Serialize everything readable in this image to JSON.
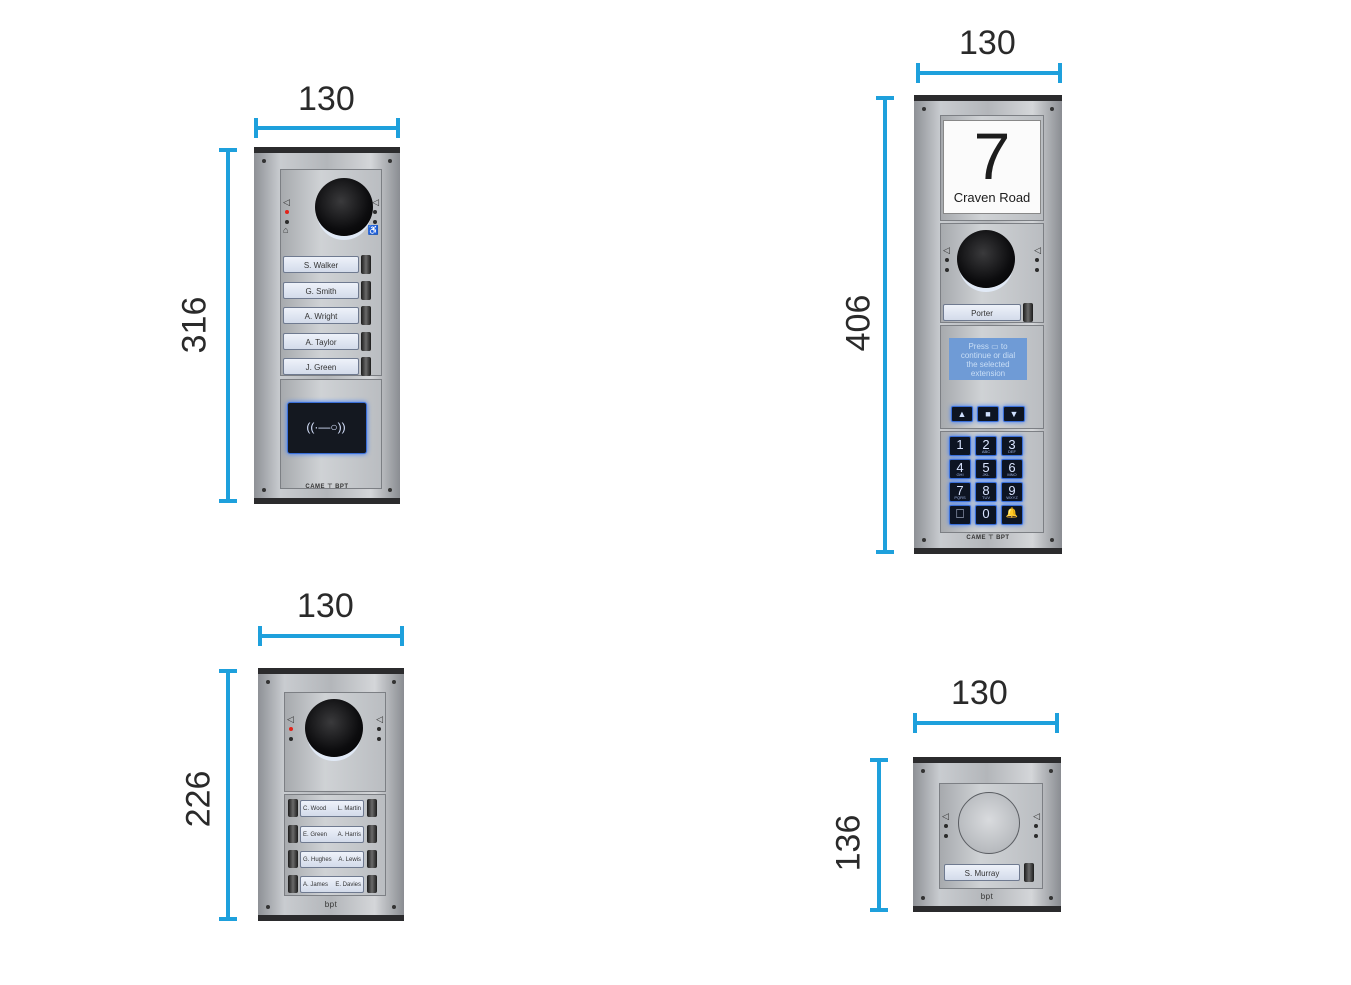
{
  "dimensions": {
    "d1_width": "130",
    "d1_height": "316",
    "d2_width": "130",
    "d2_height": "406",
    "d3_width": "130",
    "d3_height": "226",
    "d4_width": "130",
    "d4_height": "136"
  },
  "panel1": {
    "names": [
      "S. Walker",
      "G. Smith",
      "A. Wright",
      "A. Taylor",
      "J. Green"
    ],
    "reader_symbol": "((·—○))",
    "logo": "CAME ⊤ BPT"
  },
  "panel2": {
    "house_number": "7",
    "street": "Craven Road",
    "porter_label": "Porter",
    "lcd_lines": [
      "Press ▭ to",
      "continue or dial",
      "the selected",
      "extension"
    ],
    "nav_keys": [
      "▲",
      "■",
      "▼"
    ],
    "keys": [
      {
        "digit": "1",
        "letters": ""
      },
      {
        "digit": "2",
        "letters": "ABC"
      },
      {
        "digit": "3",
        "letters": "DEF"
      },
      {
        "digit": "4",
        "letters": "GHI"
      },
      {
        "digit": "5",
        "letters": "JKL"
      },
      {
        "digit": "6",
        "letters": "MNO"
      },
      {
        "digit": "7",
        "letters": "PQRS"
      },
      {
        "digit": "8",
        "letters": "TUV"
      },
      {
        "digit": "9",
        "letters": "WXYZ"
      },
      {
        "digit": "⎕",
        "letters": ""
      },
      {
        "digit": "0",
        "letters": ""
      },
      {
        "digit": "🔔",
        "letters": ""
      }
    ],
    "logo": "CAME ⊤ BPT"
  },
  "panel3": {
    "rows": [
      {
        "left": "C. Wood",
        "right": "L. Martin"
      },
      {
        "left": "E. Green",
        "right": "A. Harris"
      },
      {
        "left": "G. Hughes",
        "right": "A. Lewis"
      },
      {
        "left": "A. James",
        "right": "E. Davies"
      }
    ],
    "logo": "bpt"
  },
  "panel4": {
    "name": "S. Murray",
    "logo": "bpt"
  },
  "colors": {
    "accent": "#1ea0dc",
    "panel_frame": "#2b2b2d",
    "key_glow": "#3b7cff",
    "lcd": "#6f9bd6"
  }
}
